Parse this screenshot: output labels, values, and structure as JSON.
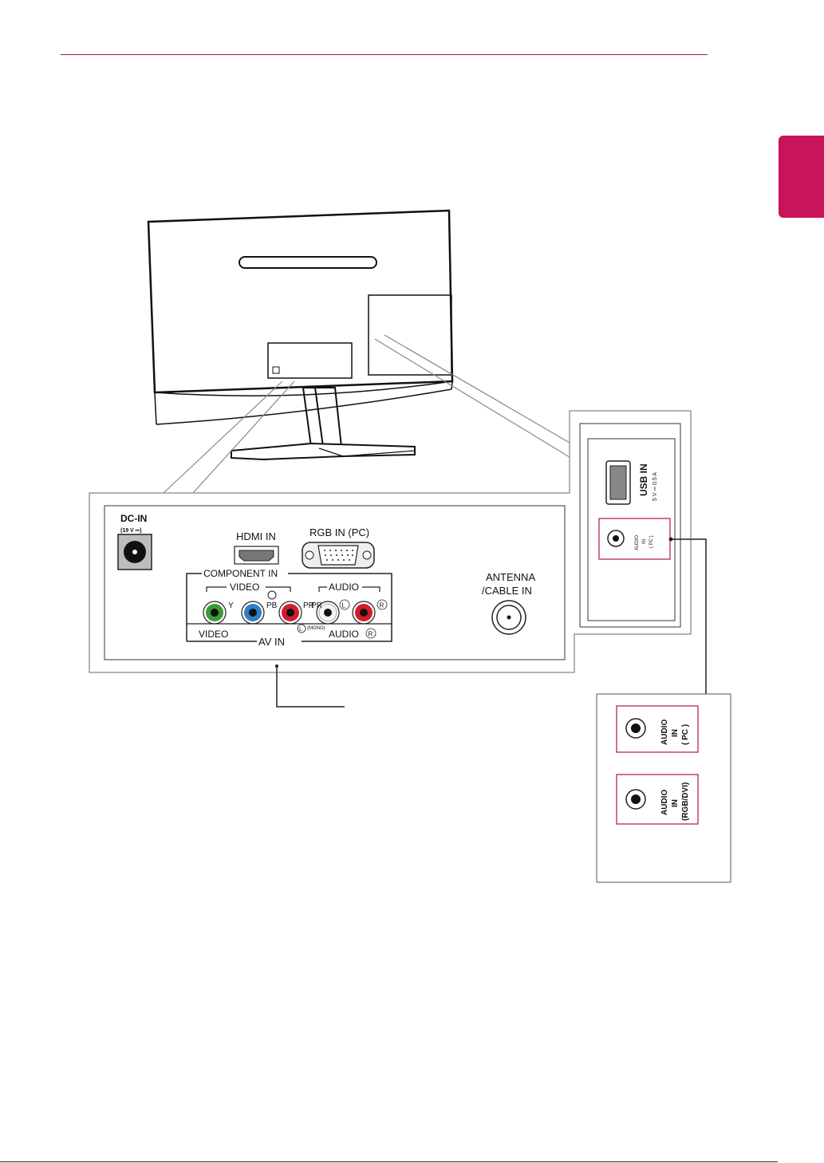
{
  "page": {
    "accent_color": "#c8145a"
  },
  "main_panel": {
    "dc_in": {
      "label": "DC-IN",
      "rating": "(19 V ⎓)"
    },
    "hdmi": {
      "label": "HDMI IN"
    },
    "rgb": {
      "label": "RGB IN (PC)"
    },
    "component_group": {
      "title": "COMPONENT IN",
      "video_label": "VIDEO",
      "audio_label": "AUDIO",
      "y_label": "Y",
      "pb_label": "PB",
      "pr_label": "PR",
      "pr2_label": "PR",
      "l_label": "L",
      "r_label": "R"
    },
    "av_group": {
      "video_label": "VIDEO",
      "title": "AV IN",
      "l_mono_label": "L",
      "mono_label": "(MONO)",
      "audio_label": "AUDIO",
      "r_label": "R"
    },
    "antenna": {
      "label_line1": "ANTENNA",
      "label_line2": "/CABLE IN"
    }
  },
  "side_panel": {
    "usb": {
      "label": "USB IN",
      "rating": "5 V ⎓ 0.5 A"
    },
    "audio_pc": {
      "line1": "AUDIO",
      "line2": "IN",
      "line3": "( PC )"
    }
  },
  "variant_panel": {
    "audio_pc": {
      "line1": "AUDIO",
      "line2": "IN",
      "line3": "( PC )"
    },
    "audio_rgbdvi": {
      "line1": "AUDIO",
      "line2": "IN",
      "line3": "(RGB/DVI)"
    }
  }
}
